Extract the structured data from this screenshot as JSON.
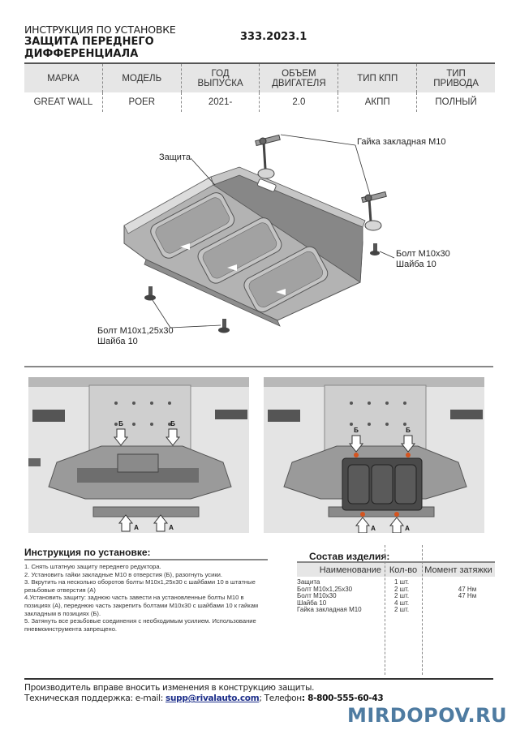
{
  "header": {
    "subtitle": "ИНСТРУКЦИЯ ПО УСТАНОВКЕ",
    "title_line1": "ЗАЩИТА ПЕРЕДНЕГО",
    "title_line2": "ДИФФЕРЕНЦИАЛА",
    "product_code": "333.2023.1"
  },
  "vehicle_table": {
    "columns": [
      [
        "МАРКА"
      ],
      [
        "МОДЕЛЬ"
      ],
      [
        "ГОД",
        "ВЫПУСКА"
      ],
      [
        "ОБЪЕМ",
        "ДВИГАТЕЛЯ"
      ],
      [
        "ТИП КПП"
      ],
      [
        "ТИП",
        "ПРИВОДА"
      ]
    ],
    "values": [
      "GREAT WALL",
      "POER",
      "2021-",
      "2.0",
      "АКПП",
      "ПОЛНЫЙ"
    ]
  },
  "drawing": {
    "callouts": {
      "shield": "Защита",
      "nut": "Гайка закладная М10",
      "bolt_rear_1": "Болт М10х30",
      "bolt_rear_2": "Шайба 10",
      "bolt_front_1": "Болт М10х1,25х30",
      "bolt_front_2": "Шайба 10"
    },
    "colors": {
      "metal": "#a8a8a8",
      "metal_dark": "#7d7d7d",
      "metal_light": "#d2d2d2"
    }
  },
  "photos": {
    "label_a": "А",
    "label_b": "Б",
    "highlight_color": "#d5541f"
  },
  "instructions": {
    "title": "Инструкция по установке:",
    "steps": [
      "1. Снять штатную защиту переднего редуктора.",
      "2. Установить гайки закладные М10 в отверстия (Б), разогнуть усики.",
      "3. Вкрутить на несколько оборотов болты М10х1,25х30 с шайбами 10 в штатные резьбовые отверстия (А)",
      "4.Установить защиту: заднюю часть завести на установленные болты М10 в позициях (А), переднюю часть закрепить болтами М10х30 с шайбами 10 к гайкам закладным в позициях (Б).",
      "5. Затянуть все резьбовые соединения с необходимым усилием. Использование пневмоинструмента запрещено."
    ]
  },
  "kit": {
    "title": "Состав изделия:",
    "headers": [
      "Наименование",
      "Кол-во",
      "Момент затяжки"
    ],
    "items": [
      {
        "name": "Защита",
        "qty": "1 шт.",
        "torque": ""
      },
      {
        "name": "Болт М10х1,25х30",
        "qty": "2 шт.",
        "torque": "47 Нм"
      },
      {
        "name": "Болт М10х30",
        "qty": "2 шт.",
        "torque": "47 Нм"
      },
      {
        "name": "Шайба 10",
        "qty": "4 шт.",
        "torque": ""
      },
      {
        "name": "Гайка закладная М10",
        "qty": "2 шт.",
        "torque": ""
      }
    ]
  },
  "footer": {
    "note": "Производитель вправе вносить изменения в конструкцию защиты.",
    "support_prefix": "Техническая поддержка:  e-mail: ",
    "email": "supp@rivalauto.com",
    "phone_prefix": "; Телефон",
    "phone": ": 8-800-555-60-43"
  },
  "watermark": {
    "text": "MIRDOPOV.RU",
    "color": "#4e7ba1"
  }
}
